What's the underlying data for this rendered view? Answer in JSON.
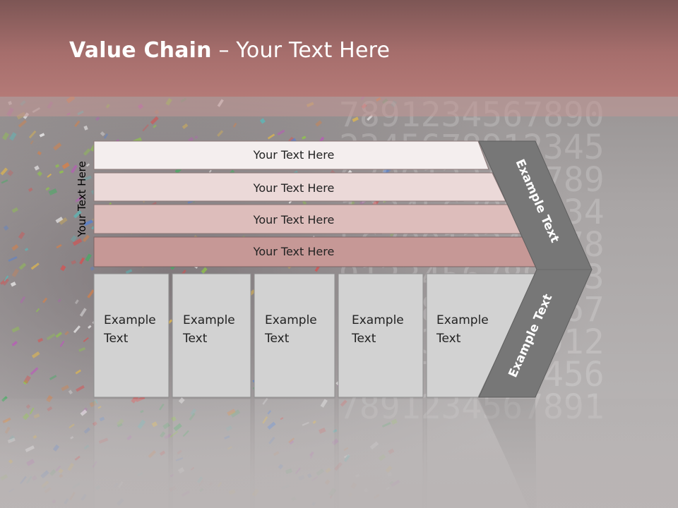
{
  "title": {
    "bold": "Value Chain",
    "rest": " – Your Text Here"
  },
  "side_label": "Your Text Here",
  "bars": [
    {
      "label": "Your Text Here",
      "color": "#f4eeee"
    },
    {
      "label": "Your Text Here",
      "color": "#ebd9d8"
    },
    {
      "label": "Your Text Here",
      "color": "#ddbdbb"
    },
    {
      "label": "Your Text Here",
      "color": "#c69896"
    }
  ],
  "boxes": [
    {
      "line1": "Example",
      "line2": "Text"
    },
    {
      "line1": "Example",
      "line2": "Text"
    },
    {
      "line1": "Example",
      "line2": "Text"
    },
    {
      "line1": "Example",
      "line2": "Text"
    },
    {
      "line1": "Example",
      "line2": "Text"
    }
  ],
  "chevron_upper": "Example Text",
  "chevron_lower": "Example Text",
  "background_digits": [
    "7891234567890",
    "2345678912345",
    "6789123456789",
    "1234567891234",
    "5678912345678",
    "9123456789123",
    "4567891234567",
    "8912345678912",
    "3456789123456",
    "7891234567891"
  ],
  "colors": {
    "header": "#a66e6c",
    "box": "#d2d2d2",
    "chevron": "#7b7b7b"
  }
}
